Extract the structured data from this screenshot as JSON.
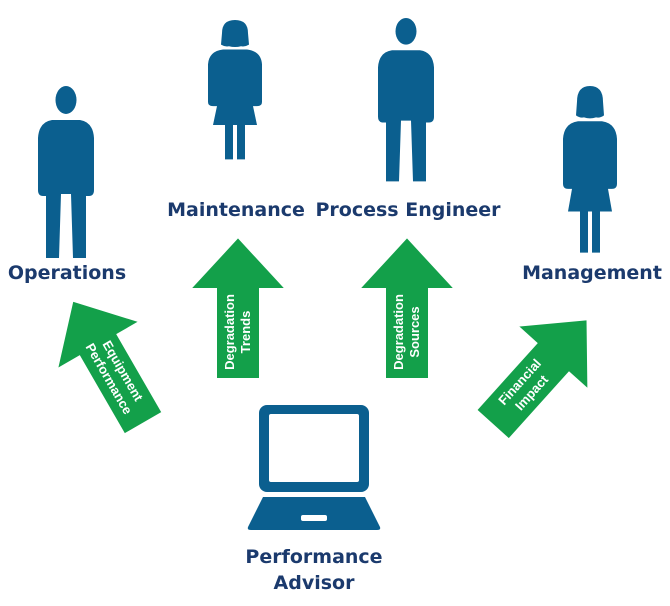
{
  "colors": {
    "figure_blue": "#0b5f8f",
    "label_navy": "#1b3a6d",
    "arrow_green": "#13a04a",
    "arrow_text": "#ffffff",
    "arrow_outline": "#ffffff"
  },
  "roles": {
    "operations": "Operations",
    "maintenance": "Maintenance",
    "process_engineer": "Process Engineer",
    "management": "Management"
  },
  "arrows": {
    "equipment_performance": {
      "line1": "Equipment",
      "line2": "Performance"
    },
    "degradation_trends": {
      "line1": "Degradation",
      "line2": "Trends"
    },
    "degradation_sources": {
      "line1": "Degradation",
      "line2": "Sources"
    },
    "financial_impact": {
      "line1": "Financial",
      "line2": "Impact"
    }
  },
  "center": {
    "icon": "laptop-icon",
    "line1": "Performance",
    "line2": "Advisor"
  },
  "figure_icons": {
    "operations": "man-icon",
    "maintenance": "woman-icon",
    "process_engineer": "man-icon",
    "management": "woman-icon"
  }
}
